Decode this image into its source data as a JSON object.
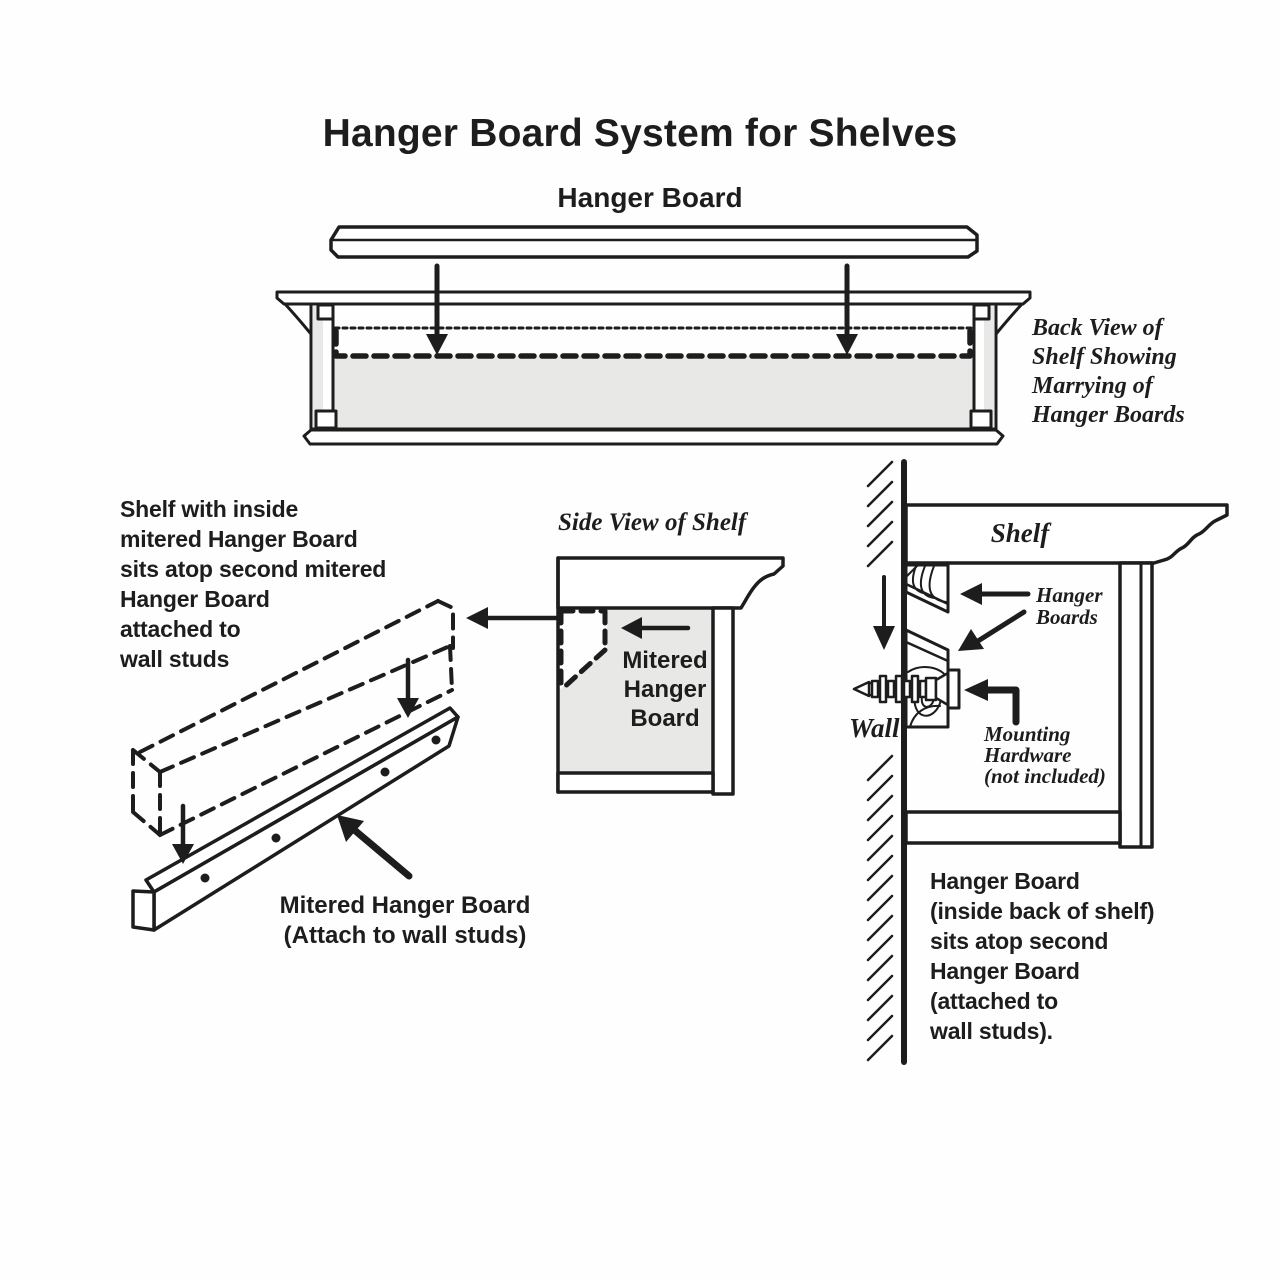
{
  "colors": {
    "ink": "#1d1d1d",
    "panel_gray": "#e8e8e7",
    "background": "#fefefe"
  },
  "title": "Hanger Board System for Shelves",
  "top_diagram": {
    "board_label": "Hanger Board",
    "caption_lines": [
      "Back View of",
      "Shelf Showing",
      "Marrying of",
      "Hanger Boards"
    ]
  },
  "exploded_diagram": {
    "description_lines": [
      "Shelf with inside",
      "mitered Hanger Board",
      "sits atop second mitered",
      "Hanger Board",
      "attached to",
      "wall studs"
    ],
    "caption_lines": [
      "Mitered Hanger Board",
      "(Attach to wall studs)"
    ]
  },
  "side_view": {
    "title": "Side View of Shelf",
    "board_label_lines": [
      "Mitered",
      "Hanger",
      "Board"
    ]
  },
  "wall_view": {
    "shelf_label": "Shelf",
    "hanger_boards_lines": [
      "Hanger",
      "Boards"
    ],
    "wall_label": "Wall",
    "mounting_hardware_lines": [
      "Mounting",
      "Hardware",
      "(not included)"
    ],
    "description_lines": [
      "Hanger Board",
      "(inside back of shelf)",
      "sits atop second",
      "Hanger Board",
      "(attached to",
      "wall studs)."
    ]
  }
}
